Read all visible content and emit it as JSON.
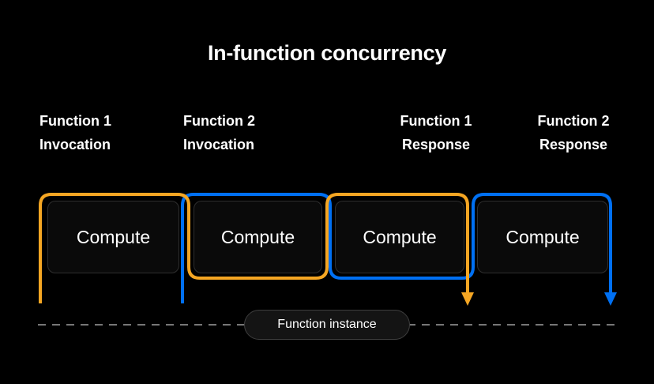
{
  "title": "In-function concurrency",
  "column_labels": [
    {
      "line1": "Function 1",
      "line2": "Invocation"
    },
    {
      "line1": "Function 2",
      "line2": "Invocation"
    },
    {
      "line1": "Function 1",
      "line2": "Response"
    },
    {
      "line1": "Function 2",
      "line2": "Response"
    }
  ],
  "compute_boxes": [
    {
      "label": "Compute"
    },
    {
      "label": "Compute"
    },
    {
      "label": "Compute"
    },
    {
      "label": "Compute"
    }
  ],
  "timeline": {
    "instance_label": "Function instance"
  },
  "colors": {
    "background": "#000000",
    "function1_accent": "#F5A623",
    "function2_accent": "#0070F3",
    "box_background": "#0A0A0A",
    "box_border": "#2F2F2F",
    "dashed_line": "#777777",
    "text": "#FFFFFF",
    "pill_background": "#141414",
    "pill_border": "#3E3E3E"
  }
}
